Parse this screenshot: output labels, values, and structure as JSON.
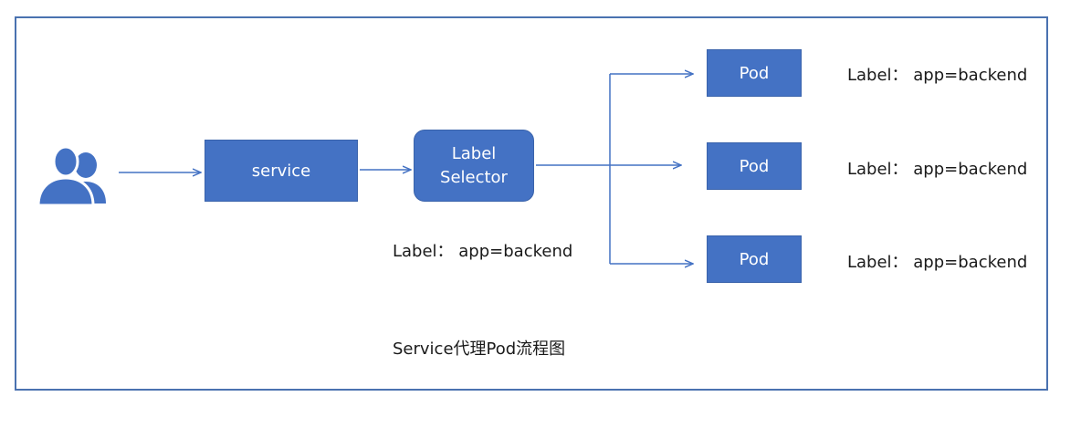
{
  "nodes": {
    "service": "service",
    "selector": [
      "Label",
      "Selector"
    ],
    "pods": [
      "Pod",
      "Pod",
      "Pod"
    ]
  },
  "labels": {
    "selector": "Label： app=backend",
    "pods": [
      "Label： app=backend",
      "Label： app=backend",
      "Label： app=backend"
    ]
  },
  "caption": "Service代理Pod流程图",
  "colors": {
    "box": "#4472c4",
    "arrow": "#4472c4",
    "frame": "#4a72b0"
  },
  "icons": {
    "users": "users-icon"
  }
}
